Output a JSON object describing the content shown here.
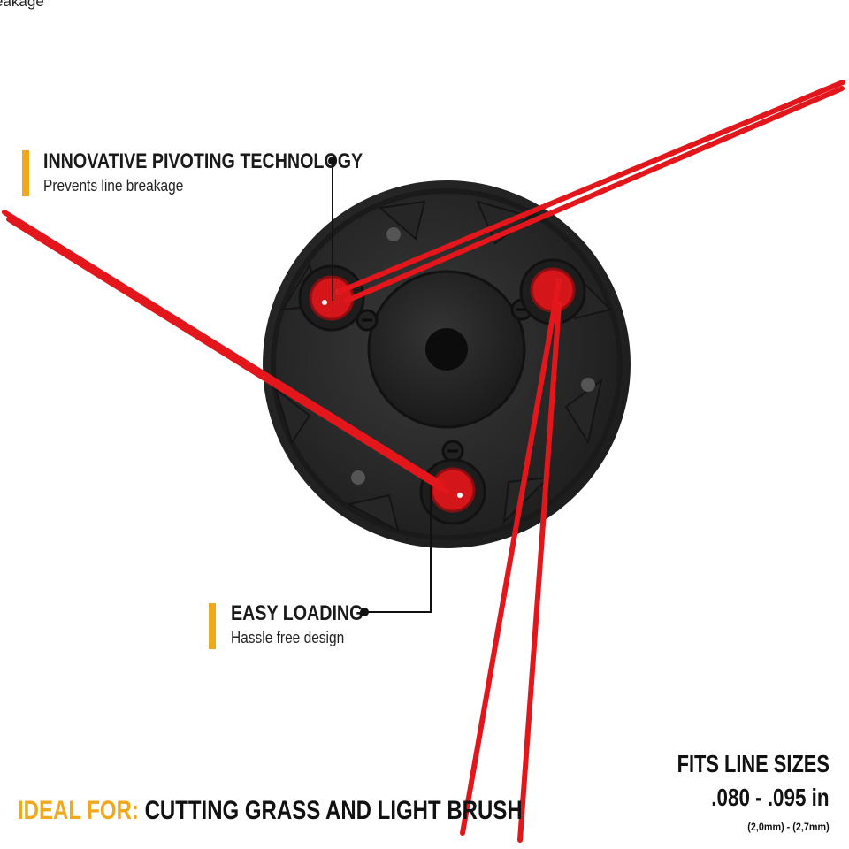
{
  "top_fragment": "eakage",
  "callouts": {
    "pivoting": {
      "title": "INNOVATIVE PIVOTING TECHNOLOGY",
      "subtitle": "Prevents line breakage"
    },
    "loading": {
      "title": "EASY LOADING",
      "subtitle": "Hassle free design"
    }
  },
  "ideal": {
    "label": "IDEAL FOR:",
    "text": "CUTTING GRASS AND LIGHT BRUSH"
  },
  "spec": {
    "title": "FITS LINE SIZES",
    "size": ".080 - .095 in",
    "metric": "(2,0mm) - (2,7mm)"
  },
  "colors": {
    "accent": "#f0a81c",
    "line": "#e3171b",
    "hub": "#2b2b2b",
    "text": "#1a1a1a"
  },
  "icons": [
    "trimmer-head-image",
    "pivot-eyelet-icon",
    "callout-dot-icon"
  ]
}
